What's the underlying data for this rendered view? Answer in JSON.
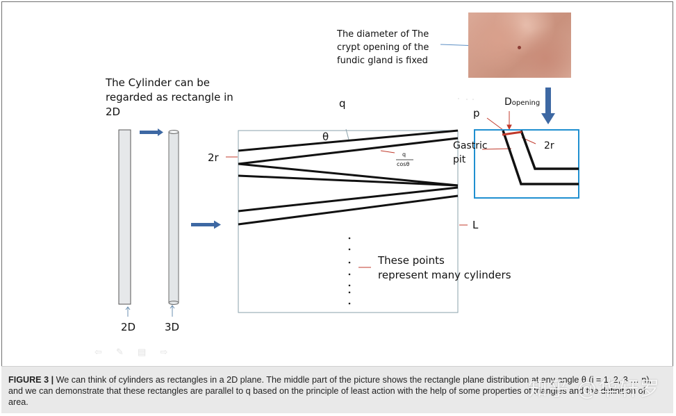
{
  "figure": {
    "cylinder_text": [
      "The Cylinder  can be",
      "regarded as rectangle in",
      "2D"
    ],
    "label_2d": "2D",
    "label_3d": "3D",
    "label_q": "q",
    "label_theta": "θ",
    "label_2r_left": "2r",
    "frac_numerator": "q",
    "frac_denominator": "cosθ",
    "label_L": "L",
    "points_text": [
      "These points",
      "represent many cylinders"
    ],
    "diameter_text": [
      "The diameter of The",
      "crypt opening of the",
      "fundic gland is fixed"
    ],
    "label_p": "p",
    "d_opening_main": "D",
    "d_opening_sub": "opening",
    "label_2r_right": "2r",
    "gastric_pit_text": [
      "Gastric",
      "pit"
    ],
    "watermark": "知乎 @华轩罗",
    "ghost_icons": "⇦ ✎ ▤ ⇨"
  },
  "caption": {
    "label": "FIGURE 3 |",
    "text": " We can think of cylinders as rectangles in a 2D plane. The middle part of the picture shows the rectangle plane distribution at any angle θ (i = 1, 2, 3 … n), and we can demonstrate that these rectangles are parallel to q based on the principle of least action with the help of some properties of triangles and the definition of area."
  },
  "colors": {
    "arrow_blue": "#3d68a3",
    "box_blue": "#1f8fd0",
    "pointer_red": "#c0392b",
    "rect_outline": "#8aa1ab"
  }
}
